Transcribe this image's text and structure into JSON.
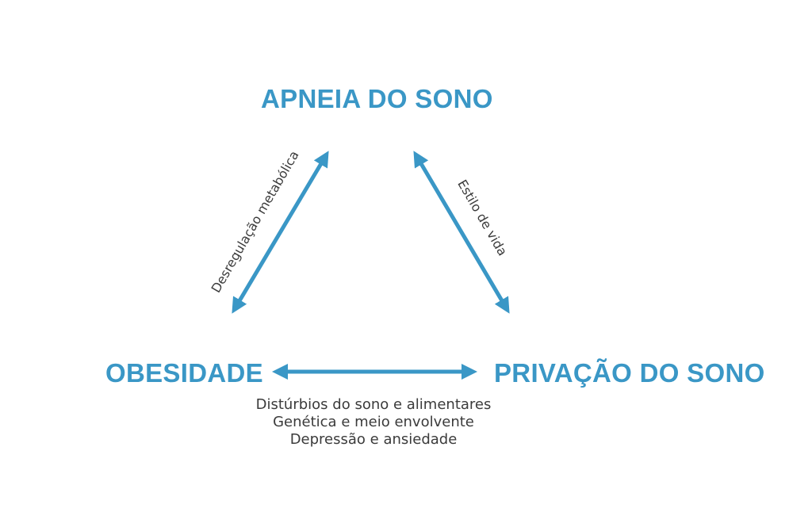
{
  "colors": {
    "accent": "#3a97c6",
    "text": "#3b3b3b",
    "background": "#ffffff"
  },
  "nodes": {
    "top": "APNEIA DO SONO",
    "left": "OBESIDADE",
    "right": "PRIVAÇÃO DO SONO"
  },
  "edges": {
    "left_label": "Desregulação metabólica",
    "right_label": "Estilo de vida",
    "bottom_labels": [
      "Distúrbios do sono e alimentares",
      "Genética e meio envolvente",
      "Depressão e ansiedade"
    ]
  }
}
